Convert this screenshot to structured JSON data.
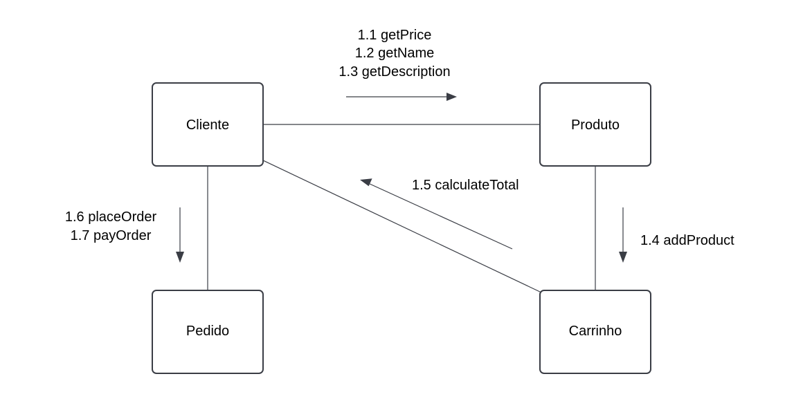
{
  "nodes": {
    "cliente": "Cliente",
    "produto": "Produto",
    "pedido": "Pedido",
    "carrinho": "Carrinho"
  },
  "messages": {
    "cliente_to_produto": [
      "1.1 getPrice",
      "1.2 getName",
      "1.3 getDescription"
    ],
    "produto_to_carrinho": "1.4 addProduct",
    "carrinho_to_cliente": "1.5 calculateTotal",
    "cliente_to_pedido": [
      "1.6 placeOrder",
      "1.7 payOrder"
    ]
  },
  "colors": {
    "stroke": "#3a3d45",
    "background": "#ffffff",
    "text": "#000000"
  }
}
